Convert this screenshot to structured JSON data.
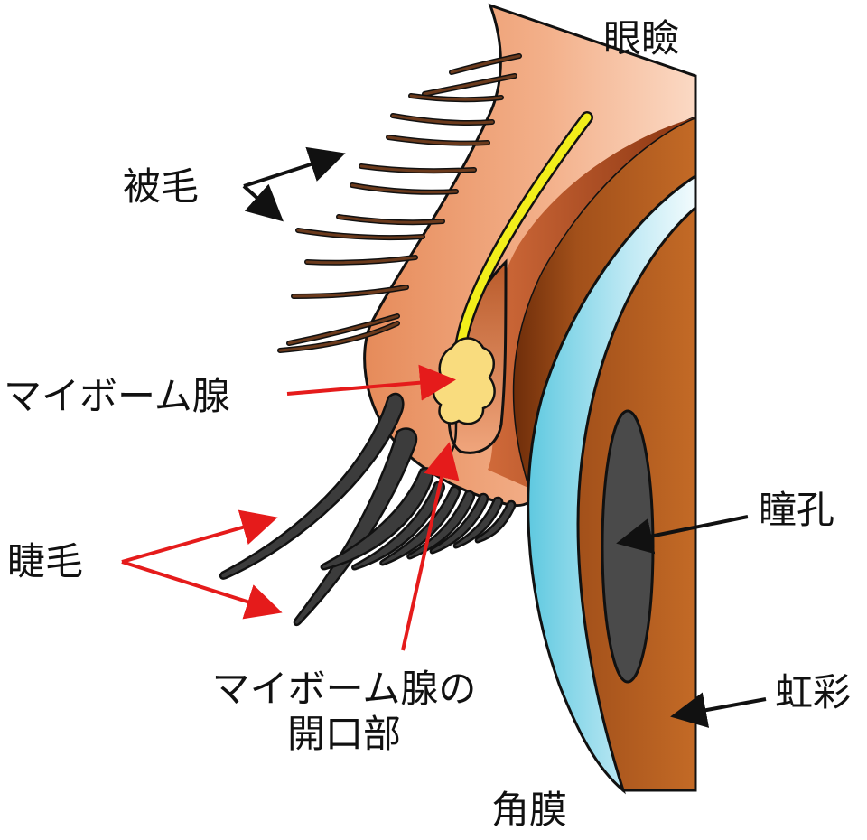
{
  "labels": {
    "eyelid": "眼瞼",
    "cilia_hair": "被毛",
    "meibomian_gland": "マイボーム腺",
    "eyelashes": "睫毛",
    "pupil": "瞳孔",
    "meibomian_opening_line1": "マイボーム腺の",
    "meibomian_opening_line2": "開口部",
    "iris": "虹彩",
    "cornea": "角膜"
  },
  "colors": {
    "skin_light": "#f7c9a8",
    "skin_dark": "#e0895a",
    "iris_brown": "#9a4a12",
    "iris_dark": "#6e2d0a",
    "cornea_light": "#e8f7fb",
    "cornea_blue": "#5fc9e0",
    "pupil": "#4a4a4a",
    "duct_yellow": "#f2ee1a",
    "gland": "#f9dc7e",
    "lash": "#3c3c3c",
    "hair": "#6b3a1c",
    "arrow_red": "#e51b1b",
    "arrow_black": "#111111"
  }
}
